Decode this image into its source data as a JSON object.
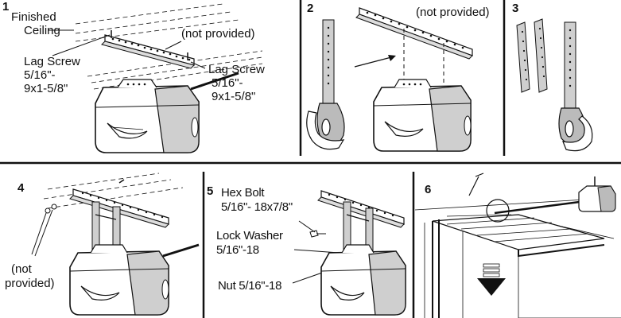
{
  "steps": [
    {
      "num": "1",
      "labels": {
        "ceiling_a": "Finished",
        "ceiling_b": "Ceiling",
        "not_provided": "(not provided)",
        "lag_left_a": "Lag Screw",
        "lag_left_b": "5/16\"-",
        "lag_left_c": "9x1-5/8\"",
        "lag_right_a": "Lag Screw",
        "lag_right_b": "5/16\"-",
        "lag_right_c": "9x1-5/8\""
      }
    },
    {
      "num": "2",
      "labels": {
        "not_provided": "(not provided)"
      }
    },
    {
      "num": "3",
      "labels": {}
    },
    {
      "num": "4",
      "labels": {
        "not_a": "(not",
        "not_b": "provided)"
      }
    },
    {
      "num": "5",
      "labels": {
        "hex_a": "Hex Bolt",
        "hex_b": "5/16\"- 18x7/8\"",
        "lock_a": "Lock Washer",
        "lock_b": "5/16\"-18",
        "nut": "Nut 5/16\"-18"
      }
    },
    {
      "num": "6",
      "labels": {}
    }
  ]
}
